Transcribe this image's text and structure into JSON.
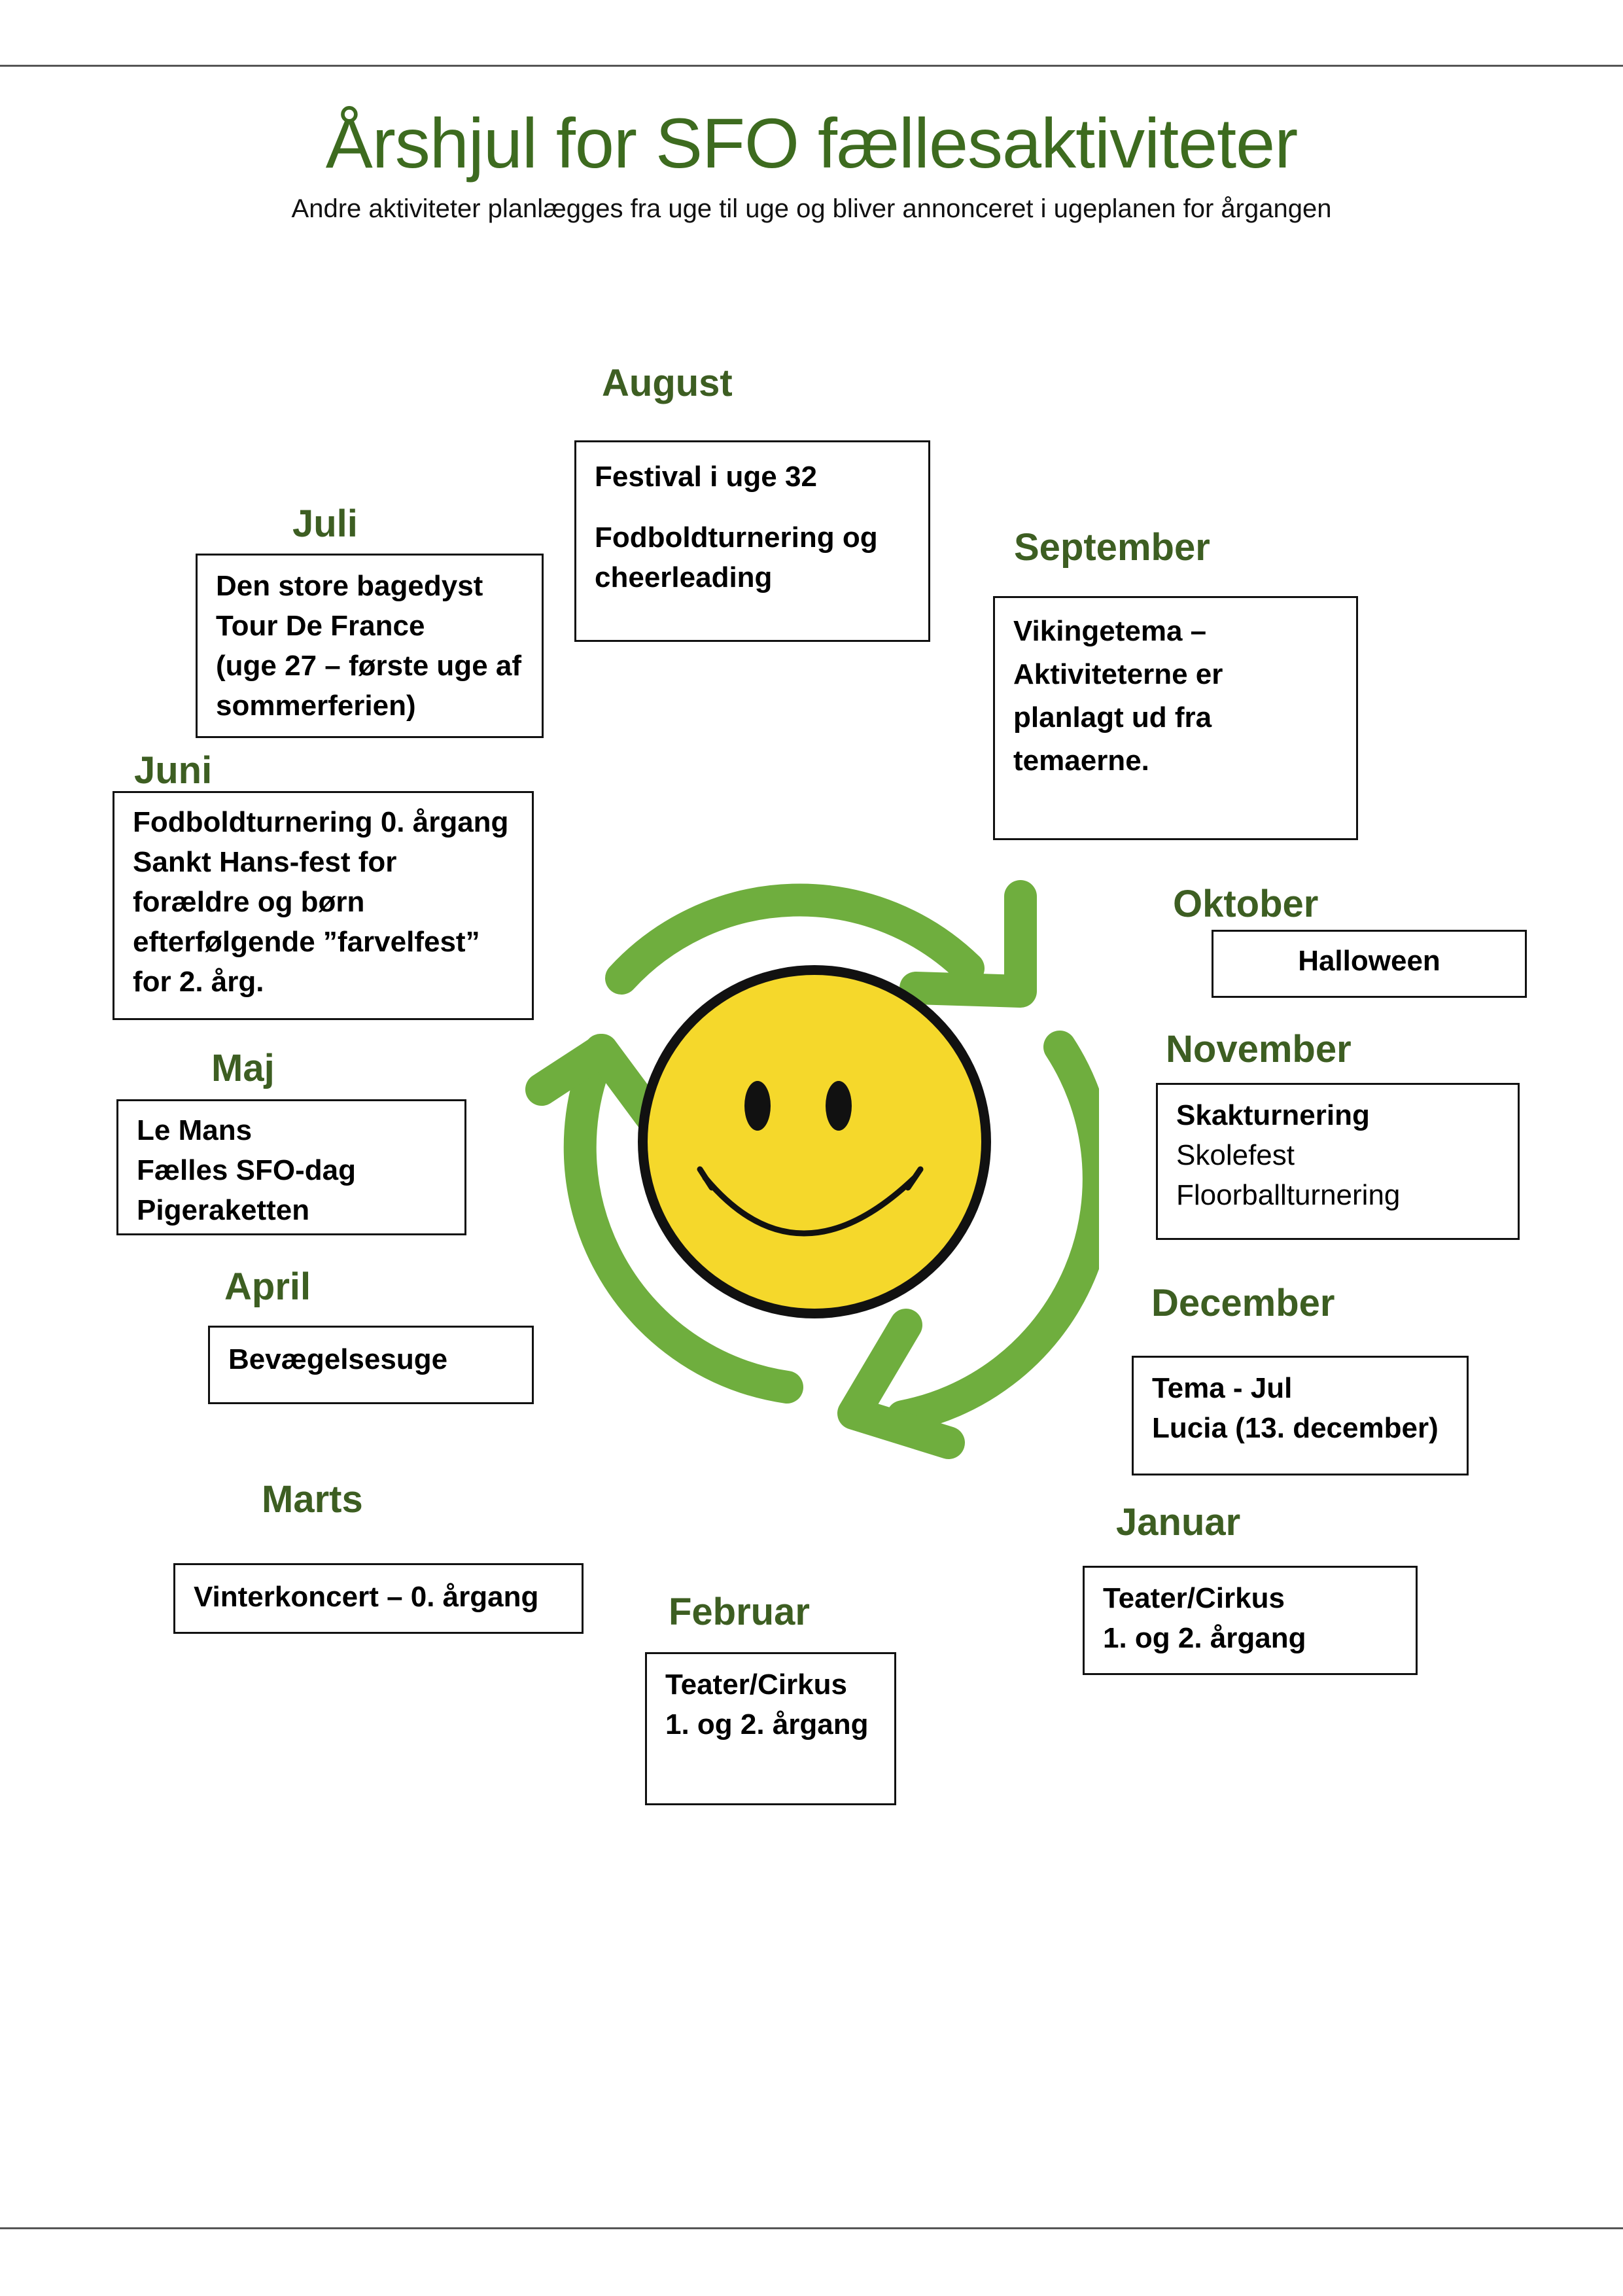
{
  "title": "Årshjul for SFO fællesaktiviteter",
  "subtitle": "Andre aktiviteter planlægges fra uge til uge og bliver annonceret i ugeplanen for årgangen",
  "colors": {
    "accent_green": "#3d6b1f",
    "arrow_green": "#6fae3e",
    "smiley_yellow": "#f5d82b"
  },
  "icons": {
    "center": "smiley-face-icon",
    "cycle": "cycle-arrows-icon"
  },
  "months": {
    "august": {
      "name": "August",
      "lines": [
        "Festival i uge 32",
        "Fodboldturnering og",
        "cheerleading"
      ]
    },
    "september": {
      "name": "September",
      "lines": [
        "Vikingetema –",
        "Aktiviteterne er",
        "planlagt ud fra",
        "temaerne."
      ]
    },
    "oktober": {
      "name": "Oktober",
      "lines": [
        "Halloween"
      ]
    },
    "november": {
      "name": "November",
      "lines": [
        "Skakturnering",
        "Skolefest",
        "Floorballturnering"
      ]
    },
    "december": {
      "name": "December",
      "lines": [
        "Tema - Jul",
        "Lucia (13. december)"
      ]
    },
    "januar": {
      "name": "Januar",
      "lines": [
        "Teater/Cirkus",
        "1. og 2. årgang"
      ]
    },
    "februar": {
      "name": "Februar",
      "lines": [
        "Teater/Cirkus",
        "1. og 2. årgang"
      ]
    },
    "marts": {
      "name": "Marts",
      "lines": [
        "Vinterkoncert – 0. årgang"
      ]
    },
    "april": {
      "name": "April",
      "lines": [
        "Bevægelsesuge"
      ]
    },
    "maj": {
      "name": "Maj",
      "lines": [
        "Le Mans",
        "Fælles SFO-dag",
        "Pigeraketten"
      ]
    },
    "juni": {
      "name": "Juni",
      "lines": [
        "Fodboldturnering 0. årgang",
        "Sankt Hans-fest for",
        "forældre og børn",
        "efterfølgende ”farvelfest”",
        "for 2. årg."
      ]
    },
    "juli": {
      "name": "Juli",
      "lines": [
        "Den store bagedyst",
        "Tour De France",
        "(uge 27 – første uge af",
        "sommerferien)"
      ]
    }
  }
}
